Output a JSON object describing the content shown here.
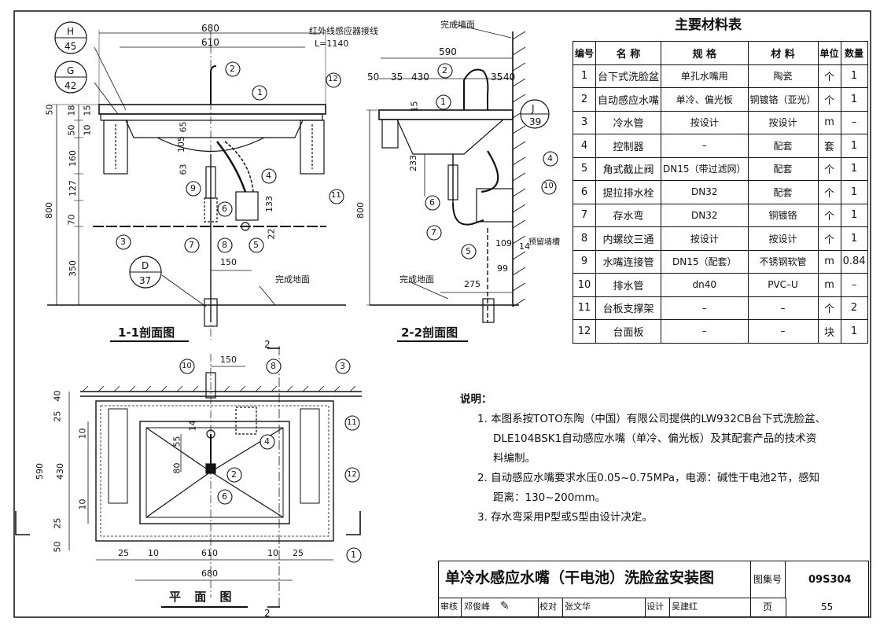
{
  "table": {
    "title": "主要材料表",
    "headers": [
      "编号",
      "名  称",
      "规  格",
      "材  料",
      "单位",
      "数量"
    ],
    "rows": [
      [
        "1",
        "台下式洗脸盆",
        "单孔水嘴用",
        "陶瓷",
        "个",
        "1"
      ],
      [
        "2",
        "自动感应水嘴",
        "单冷、偏光板",
        "铜镀铬（亚光）",
        "个",
        "1"
      ],
      [
        "3",
        "冷水管",
        "按设计",
        "按设计",
        "m",
        "–"
      ],
      [
        "4",
        "控制器",
        "–",
        "配套",
        "套",
        "1"
      ],
      [
        "5",
        "角式截止阀",
        "DN15（带过滤网）",
        "配套",
        "个",
        "1"
      ],
      [
        "6",
        "提拉排水栓",
        "DN32",
        "配套",
        "个",
        "1"
      ],
      [
        "7",
        "存水弯",
        "DN32",
        "铜镀铬",
        "个",
        "1"
      ],
      [
        "8",
        "内螺纹三通",
        "按设计",
        "按设计",
        "个",
        "1"
      ],
      [
        "9",
        "水嘴连接管",
        "DN15（配套）",
        "不锈钢软管",
        "m",
        "0.84"
      ],
      [
        "10",
        "排水管",
        "dn40",
        "PVC–U",
        "m",
        "–"
      ],
      [
        "11",
        "台板支撑架",
        "–",
        "–",
        "个",
        "2"
      ],
      [
        "12",
        "台面板",
        "–",
        "–",
        "块",
        "1"
      ]
    ]
  },
  "notes": {
    "heading": "说明：",
    "items": [
      "1. 本图系按TOTO东陶（中国）有限公司提供的LW932CB台下式洗脸盆、",
      "DLE104BSK1自动感应水嘴（单冷、偏光板）及其配套产品的技术资",
      "料编制。",
      "2. 自动感应水嘴要求水压0.05~0.75MPa，电源：碱性干电池2节，感知",
      "距离：130~200mm。",
      "3. 存水弯采用P型或S型由设计决定。"
    ]
  },
  "title_block": {
    "title": "单冷水感应水嘴（干电池）洗脸盆安装图",
    "atlas_label": "图集号",
    "atlas_no": "09S304",
    "page_label": "页",
    "page_no": "55",
    "review_label": "审核",
    "reviewer": "邓俊峰",
    "check_label": "校对",
    "checker": "张文华",
    "design_label": "设计",
    "designer": "吴建红"
  },
  "section1": {
    "label": "1-1剖面图",
    "dims_top": [
      "680",
      "610"
    ],
    "sensor_note": "红外线感应器接线",
    "sensor_len": "L=1140",
    "left_dims": [
      "50",
      "18",
      "15",
      "50",
      "10",
      "160",
      "127",
      "70",
      "800",
      "350"
    ],
    "inner_dims": [
      "105",
      "65",
      "63",
      "133",
      "22",
      "150"
    ],
    "floor": "完成地面",
    "refs": [
      {
        "top": "H",
        "bottom": "45"
      },
      {
        "top": "G",
        "bottom": "42"
      },
      {
        "top": "D",
        "bottom": "37"
      }
    ],
    "callouts": [
      "1",
      "2",
      "3",
      "4",
      "5",
      "6",
      "7",
      "8",
      "9",
      "11",
      "12"
    ]
  },
  "section2": {
    "label": "2-2剖面图",
    "wall_note": "完成墙面",
    "dims": [
      "590",
      "50",
      "35",
      "430",
      "35",
      "40",
      "15",
      "233",
      "800",
      "109",
      "99",
      "275",
      "14"
    ],
    "floor": "完成地面",
    "groove": "预留墙槽",
    "ref": {
      "top": "J",
      "bottom": "39"
    },
    "callouts": [
      "1",
      "2",
      "4",
      "5",
      "6",
      "7",
      "10"
    ]
  },
  "plan": {
    "label": "平 面 图",
    "section_mark": "2",
    "top_dim": "150",
    "left_dims": [
      "40",
      "25",
      "10",
      "590",
      "430",
      "10",
      "25",
      "50",
      "55",
      "14",
      "80"
    ],
    "bottom_dims": [
      "25",
      "10",
      "610",
      "10",
      "25",
      "680"
    ],
    "callouts": [
      "1",
      "2",
      "3",
      "4",
      "6",
      "8",
      "10",
      "11",
      "12"
    ]
  }
}
